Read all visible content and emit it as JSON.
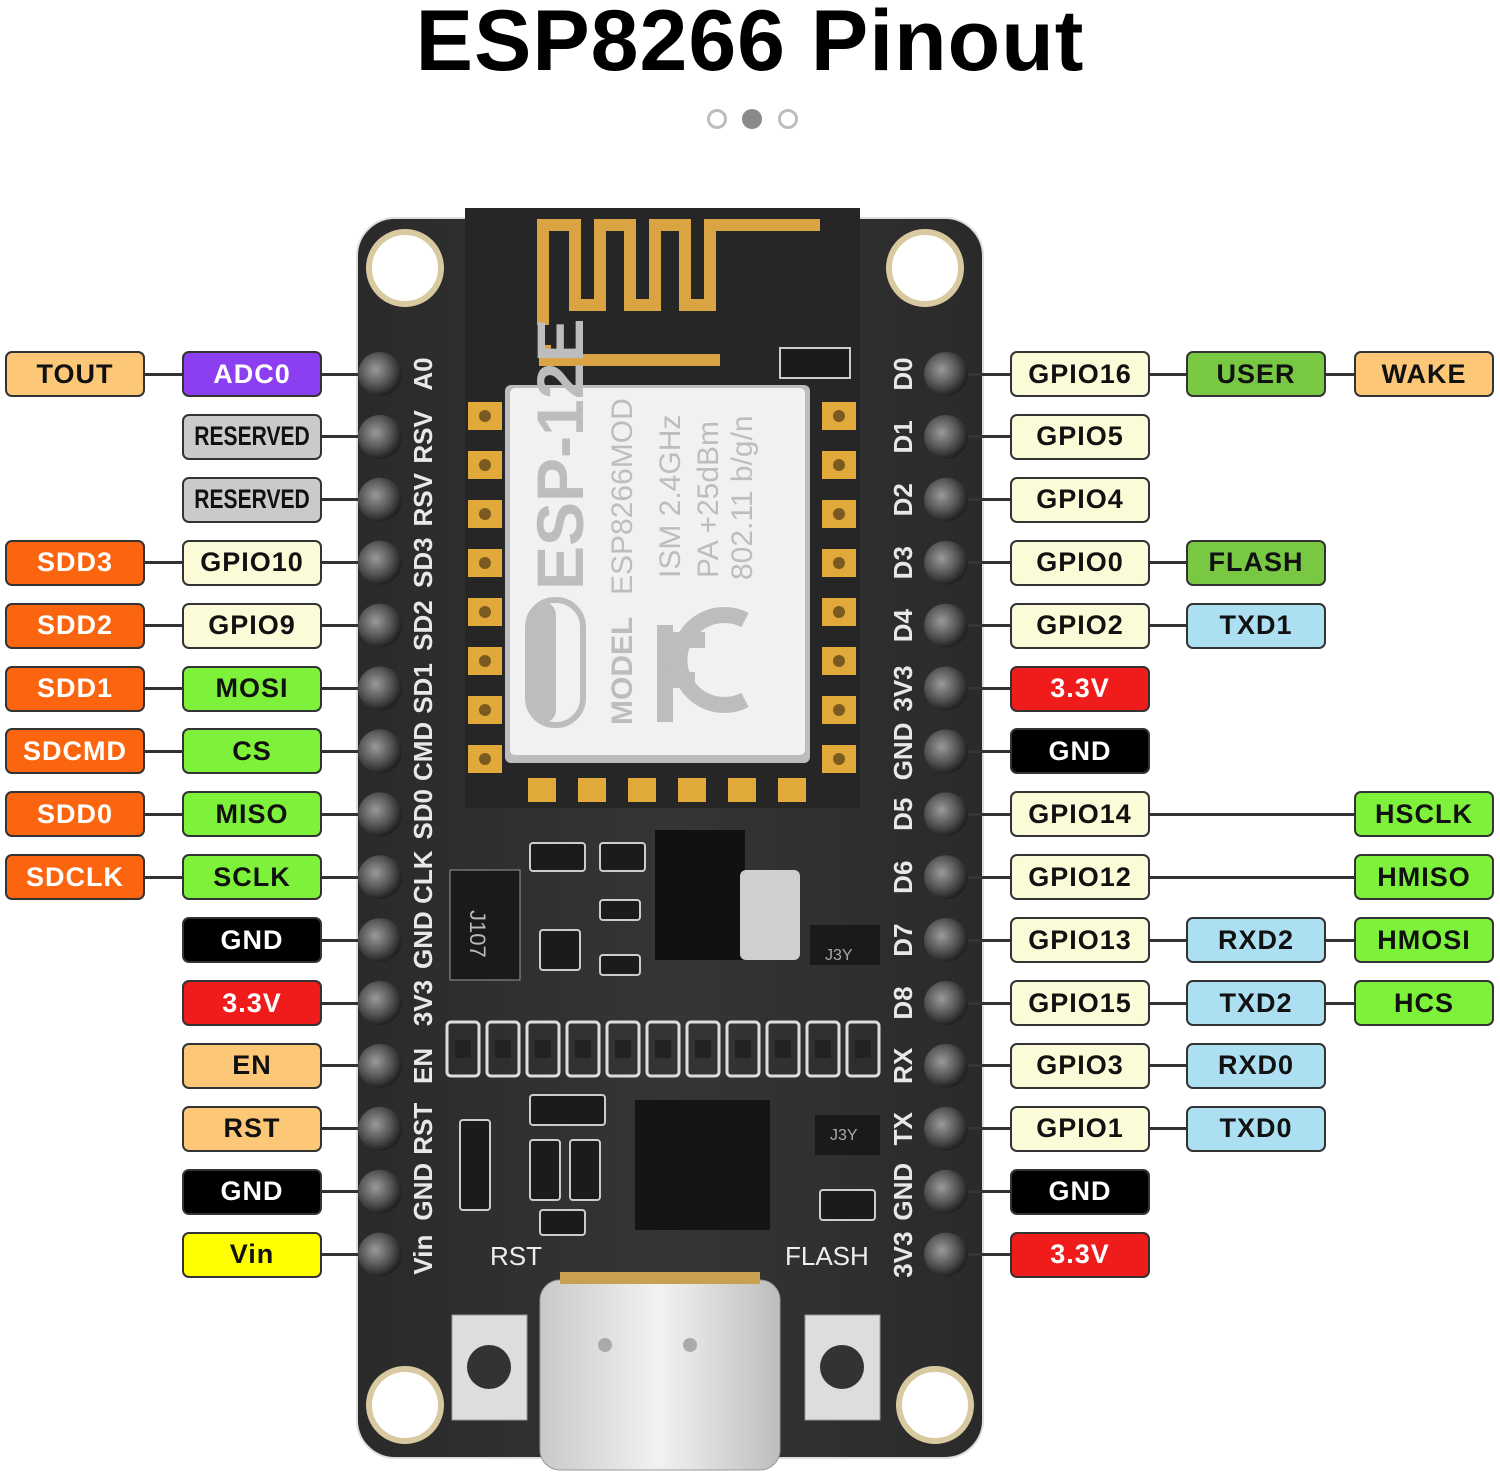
{
  "title": "ESP8266 Pinout",
  "carousel": {
    "count": 3,
    "active_index": 1
  },
  "palette": {
    "light_orange": "#fcc878",
    "purple": "#8b3ff0",
    "gray": "#c9cacc",
    "cream": "#fbfbd8",
    "orange": "#fb650f",
    "lime": "#7ef23a",
    "green": "#78c843",
    "black": "#000000",
    "red": "#f01c1c",
    "yellow": "#ffff00",
    "light_blue": "#acdff2"
  },
  "left_pins": [
    {
      "silk": "A0",
      "labels": [
        {
          "text": "TOUT",
          "color": "light_orange"
        },
        {
          "text": "ADC0",
          "color": "purple"
        }
      ]
    },
    {
      "silk": "RSV",
      "labels": [
        null,
        {
          "text": "RESERVED",
          "color": "gray"
        }
      ]
    },
    {
      "silk": "RSV",
      "labels": [
        null,
        {
          "text": "RESERVED",
          "color": "gray"
        }
      ]
    },
    {
      "silk": "SD3",
      "labels": [
        {
          "text": "SDD3",
          "color": "orange"
        },
        {
          "text": "GPIO10",
          "color": "cream"
        }
      ]
    },
    {
      "silk": "SD2",
      "labels": [
        {
          "text": "SDD2",
          "color": "orange"
        },
        {
          "text": "GPIO9",
          "color": "cream"
        }
      ]
    },
    {
      "silk": "SD1",
      "labels": [
        {
          "text": "SDD1",
          "color": "orange"
        },
        {
          "text": "MOSI",
          "color": "lime"
        }
      ]
    },
    {
      "silk": "CMD",
      "labels": [
        {
          "text": "SDCMD",
          "color": "orange"
        },
        {
          "text": "CS",
          "color": "lime"
        }
      ]
    },
    {
      "silk": "SD0",
      "labels": [
        {
          "text": "SDD0",
          "color": "orange"
        },
        {
          "text": "MISO",
          "color": "lime"
        }
      ]
    },
    {
      "silk": "CLK",
      "labels": [
        {
          "text": "SDCLK",
          "color": "orange"
        },
        {
          "text": "SCLK",
          "color": "lime"
        }
      ]
    },
    {
      "silk": "GND",
      "labels": [
        null,
        {
          "text": "GND",
          "color": "black"
        }
      ]
    },
    {
      "silk": "3V3",
      "labels": [
        null,
        {
          "text": "3.3V",
          "color": "red"
        }
      ]
    },
    {
      "silk": "EN",
      "labels": [
        null,
        {
          "text": "EN",
          "color": "light_orange"
        }
      ]
    },
    {
      "silk": "RST",
      "labels": [
        null,
        {
          "text": "RST",
          "color": "light_orange"
        }
      ]
    },
    {
      "silk": "GND",
      "labels": [
        null,
        {
          "text": "GND",
          "color": "black"
        }
      ]
    },
    {
      "silk": "Vin",
      "labels": [
        null,
        {
          "text": "Vin",
          "color": "yellow"
        }
      ]
    }
  ],
  "right_pins": [
    {
      "silk": "D0",
      "labels": [
        {
          "text": "GPIO16",
          "color": "cream"
        },
        {
          "text": "USER",
          "color": "green"
        },
        {
          "text": "WAKE",
          "color": "light_orange"
        }
      ]
    },
    {
      "silk": "D1",
      "labels": [
        {
          "text": "GPIO5",
          "color": "cream"
        },
        null,
        null
      ]
    },
    {
      "silk": "D2",
      "labels": [
        {
          "text": "GPIO4",
          "color": "cream"
        },
        null,
        null
      ]
    },
    {
      "silk": "D3",
      "labels": [
        {
          "text": "GPIO0",
          "color": "cream"
        },
        {
          "text": "FLASH",
          "color": "green"
        },
        null
      ]
    },
    {
      "silk": "D4",
      "labels": [
        {
          "text": "GPIO2",
          "color": "cream"
        },
        {
          "text": "TXD1",
          "color": "light_blue"
        },
        null
      ]
    },
    {
      "silk": "3V3",
      "labels": [
        {
          "text": "3.3V",
          "color": "red"
        },
        null,
        null
      ]
    },
    {
      "silk": "GND",
      "labels": [
        {
          "text": "GND",
          "color": "black"
        },
        null,
        null
      ]
    },
    {
      "silk": "D5",
      "labels": [
        {
          "text": "GPIO14",
          "color": "cream"
        },
        null,
        {
          "text": "HSCLK",
          "color": "lime"
        }
      ]
    },
    {
      "silk": "D6",
      "labels": [
        {
          "text": "GPIO12",
          "color": "cream"
        },
        null,
        {
          "text": "HMISO",
          "color": "lime"
        }
      ]
    },
    {
      "silk": "D7",
      "labels": [
        {
          "text": "GPIO13",
          "color": "cream"
        },
        {
          "text": "RXD2",
          "color": "light_blue"
        },
        {
          "text": "HMOSI",
          "color": "lime"
        }
      ]
    },
    {
      "silk": "D8",
      "labels": [
        {
          "text": "GPIO15",
          "color": "cream"
        },
        {
          "text": "TXD2",
          "color": "light_blue"
        },
        {
          "text": "HCS",
          "color": "lime"
        }
      ]
    },
    {
      "silk": "RX",
      "labels": [
        {
          "text": "GPIO3",
          "color": "cream"
        },
        {
          "text": "RXD0",
          "color": "light_blue"
        },
        null
      ]
    },
    {
      "silk": "TX",
      "labels": [
        {
          "text": "GPIO1",
          "color": "cream"
        },
        {
          "text": "TXD0",
          "color": "light_blue"
        },
        null
      ]
    },
    {
      "silk": "GND",
      "labels": [
        {
          "text": "GND",
          "color": "black"
        },
        null,
        null
      ]
    },
    {
      "silk": "3V3",
      "labels": [
        {
          "text": "3.3V",
          "color": "red"
        },
        null,
        null
      ]
    }
  ],
  "board": {
    "module_name": "ESP-12E",
    "model_label": "MODEL",
    "model": "ESP8266MOD",
    "band": "ISM  2.4GHz",
    "power": "PA  +25dBm",
    "standard": "802.11 b/g/n",
    "wifi_logo": "WiFi",
    "fc_logo": "FC",
    "regulator_mark": "J107",
    "transistor_mark_1": "J3Y",
    "transistor_mark_2": "J3Y",
    "button_left": "RST",
    "button_right": "FLASH"
  }
}
